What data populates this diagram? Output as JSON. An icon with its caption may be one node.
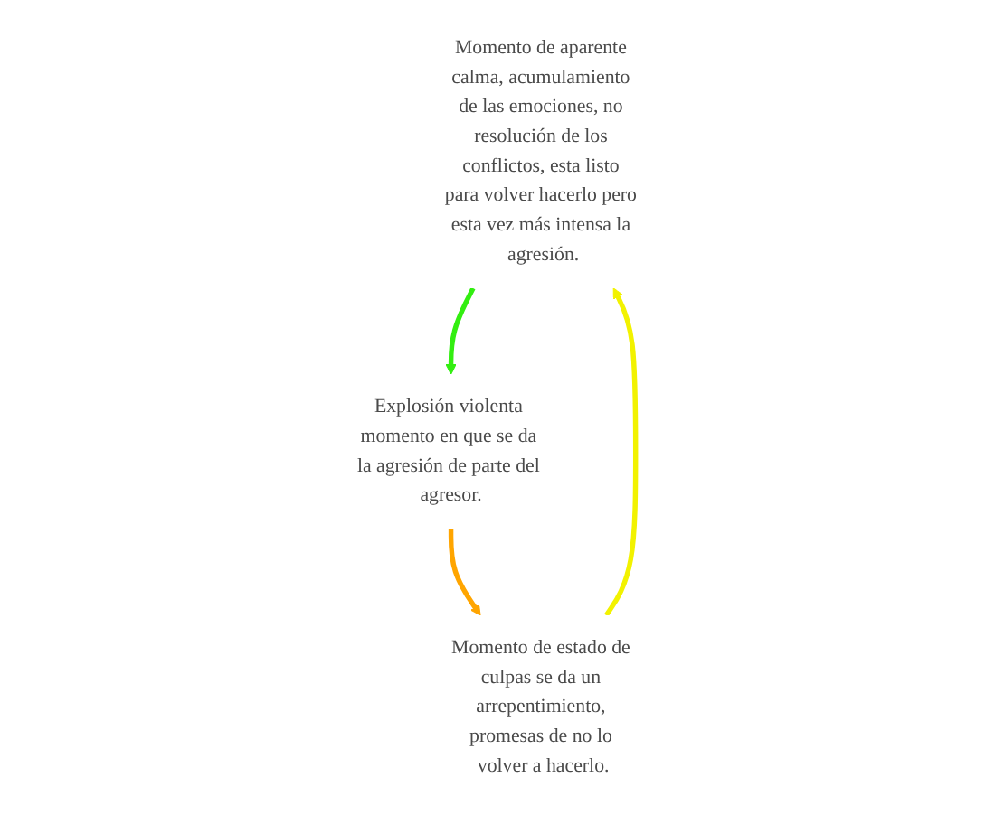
{
  "diagram": {
    "nodes": [
      {
        "text": [
          "Momento de aparente calma, acumulamiento de las emociones, no resolución de los conflictos, esta listo para volver hacerlo pero esta vez más intensa la agresión."
        ]
      },
      {
        "text": [
          "Explosión violenta momento en que se da la agresión de parte del agresor."
        ]
      },
      {
        "text": [
          "Momento de estado de culpas se da un arrepentimiento, promesas de no lo volver a hacerlo."
        ]
      }
    ],
    "edges": [
      {
        "from": 0,
        "to": 1,
        "arrow": "to",
        "color": "#33ee11"
      },
      {
        "from": 1,
        "to": 2,
        "arrow": "to",
        "color": "#ffa500"
      },
      {
        "from": 2,
        "to": 0,
        "arrow": "to",
        "color": "#f2f200"
      }
    ]
  }
}
